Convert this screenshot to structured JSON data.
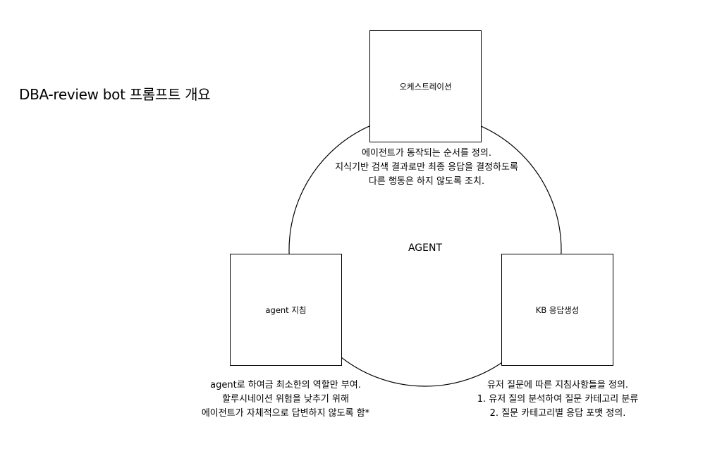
{
  "title": "DBA-review bot 프롬프트 개요",
  "center_label": "AGENT",
  "nodes": {
    "orchestration": {
      "label": "오케스트레이션",
      "description": [
        "에이전트가 동작되는 순서를 정의.",
        "지식기반 검색 결과로만 최종 응답을 결정하도록",
        "다른 행동은 하지 않도록 조치."
      ]
    },
    "agent_guide": {
      "label": "agent 지침",
      "description": [
        "agent로 하여금 최소한의 역할만 부여.",
        "할루시네이션 위험을 낮추기 위해",
        "에이전트가 자체적으로 답변하지 않도록 함*"
      ]
    },
    "kb_response": {
      "label": "KB 응답생성",
      "description": [
        "유저 질문에 따른 지침사항들을 정의.",
        "1. 유저 질의 분석하여 질문 카테고리 분류",
        "2. 질문 카테고리별 응답 포맷 정의."
      ]
    }
  }
}
